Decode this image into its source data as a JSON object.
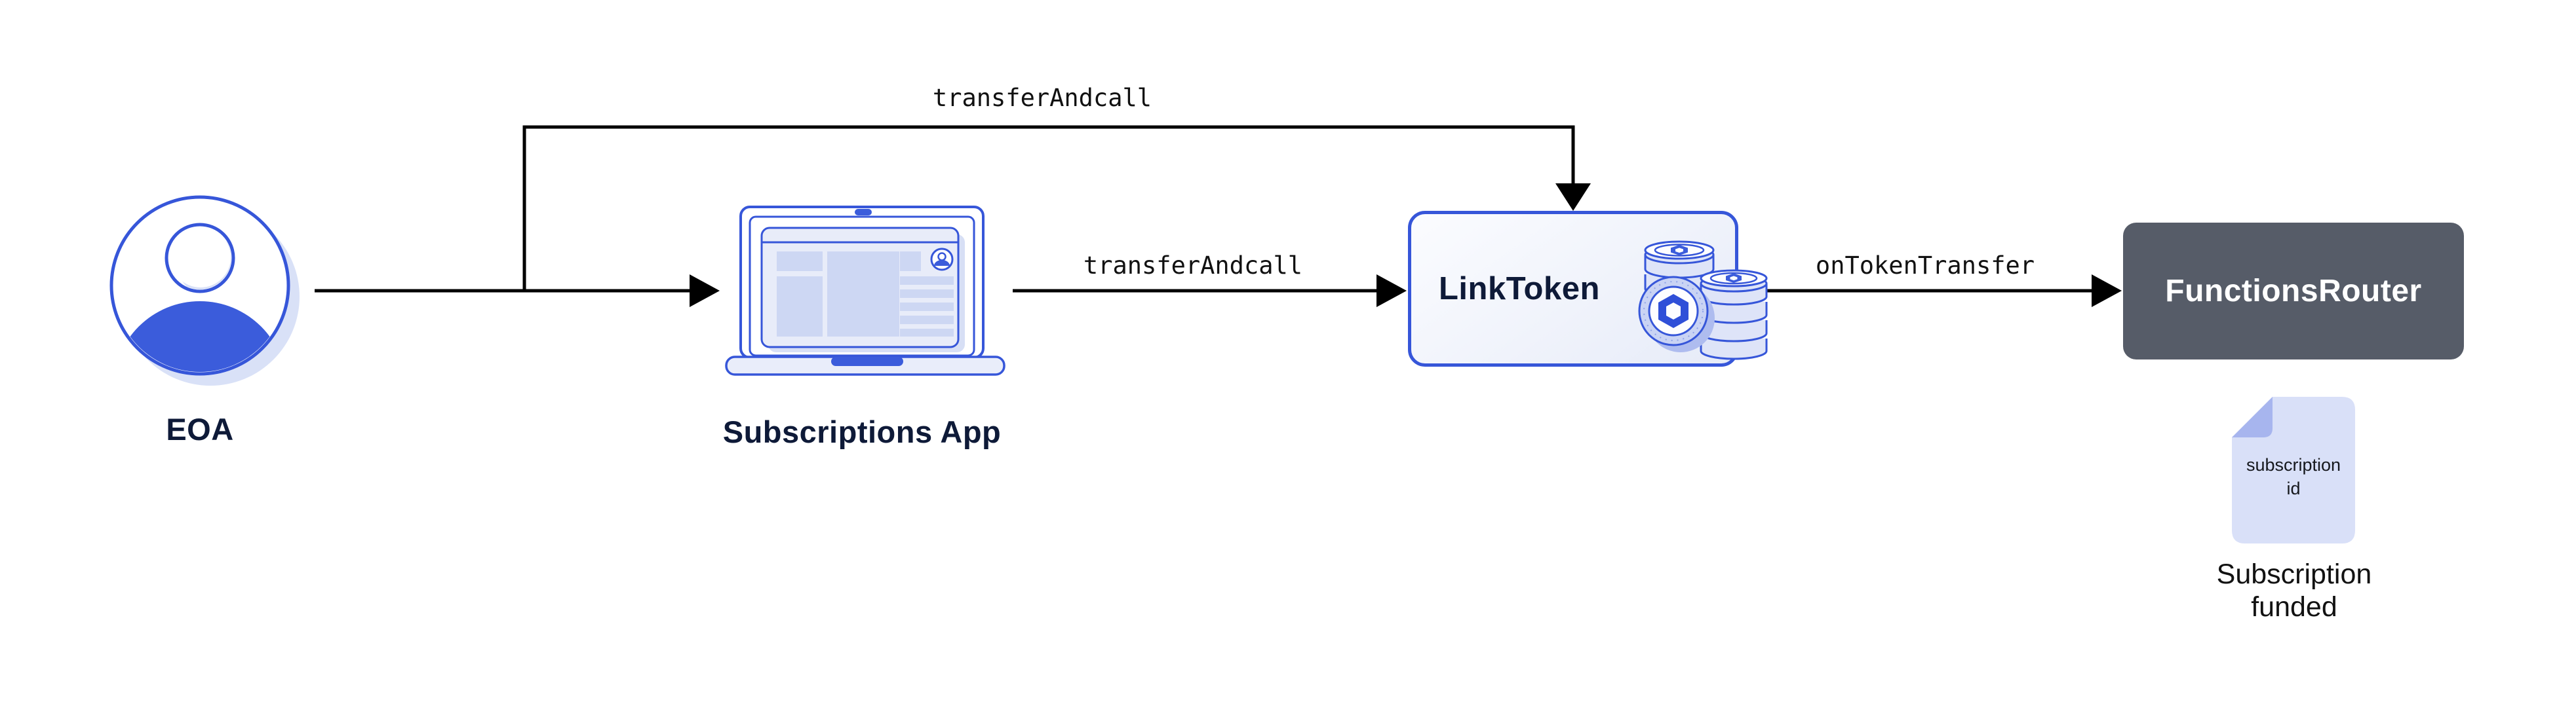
{
  "diagram": {
    "nodes": {
      "eoa": {
        "label": "EOA"
      },
      "subscriptions_app": {
        "label": "Subscriptions App"
      },
      "link_token": {
        "label": "LinkToken"
      },
      "functions_router": {
        "label": "FunctionsRouter"
      },
      "subscription_doc": {
        "text_line1": "subscription",
        "text_line2": "id",
        "caption_line1": "Subscription",
        "caption_line2": "funded"
      }
    },
    "edges": {
      "eoa_to_linktoken_label": "transferAndcall",
      "app_to_linktoken_label": "transferAndcall",
      "linktoken_to_router_label": "onTokenTransfer"
    },
    "colors": {
      "accent_blue": "#3656D9",
      "fill_blue": "#3B5CDB",
      "navy_text": "#0E1A38",
      "light_lavender": "#DEE4F8",
      "router_gray": "#565C68",
      "doc_fill": "#D9E0F8",
      "doc_fold": "#A7B5EE",
      "arrow_black": "#000000"
    }
  }
}
